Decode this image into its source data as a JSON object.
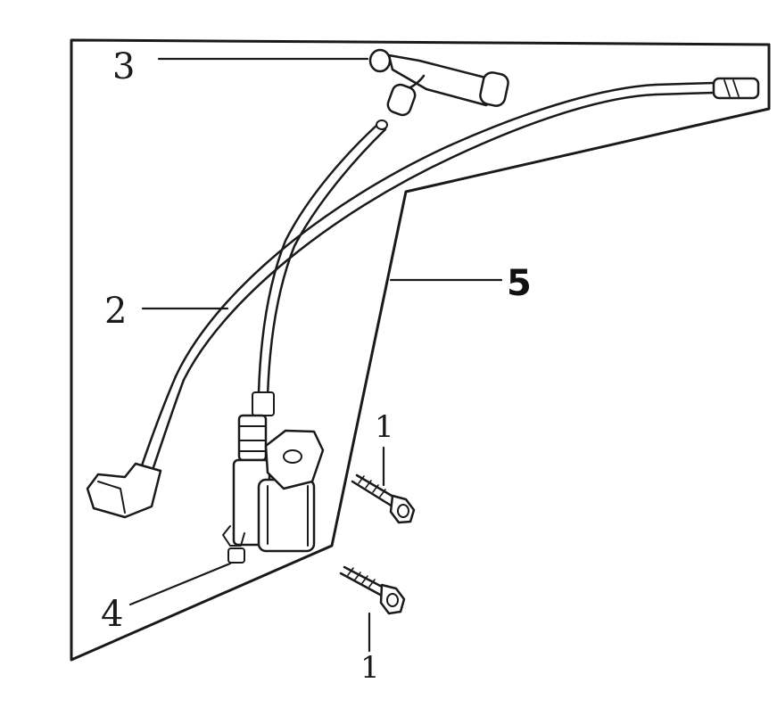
{
  "labels": {
    "spark_plug_cap": "3",
    "high_tension_cable": "2",
    "panel": "5",
    "ignition_coil": "4",
    "bolt_upper": "1",
    "bolt_lower": "1"
  }
}
